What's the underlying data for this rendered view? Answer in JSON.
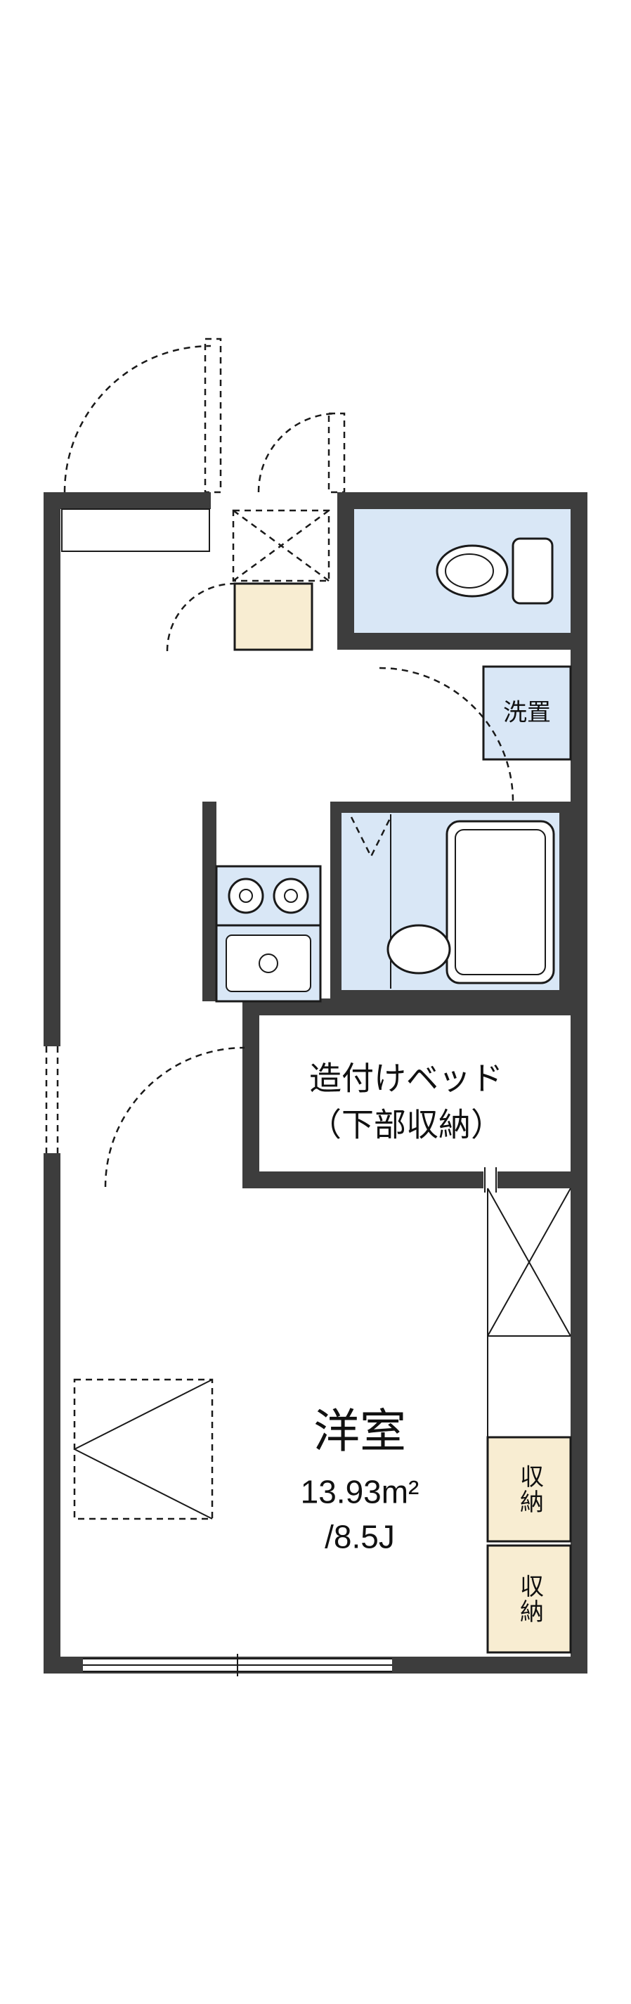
{
  "diagram": {
    "type": "apartment-floorplan",
    "labels": {
      "laundry": "洗置",
      "built_in_bed_line1": "造付けベッド",
      "built_in_bed_line2": "（下部収納）",
      "main_room_name": "洋室",
      "main_room_area_m2": "13.93m²",
      "main_room_area_jo": "/8.5J",
      "storage_top": "収納",
      "storage_bottom": "収納"
    },
    "colors": {
      "wall": "#3d3d3d",
      "wet_area_fill": "#d9e7f6",
      "storage_fill": "#f8edd2",
      "line": "#1a1a1a",
      "background": "#ffffff"
    },
    "icons": [
      "toilet-icon",
      "bathtub-icon",
      "washbasin-icon",
      "stove-icon",
      "sink-icon",
      "door-swing-icon",
      "window-icon"
    ]
  }
}
